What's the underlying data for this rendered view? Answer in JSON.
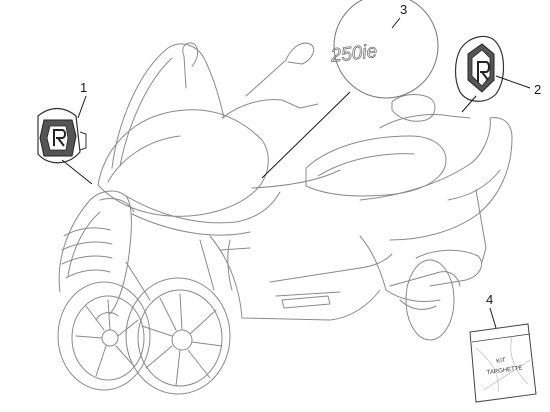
{
  "callouts": [
    {
      "label": "1"
    },
    {
      "label": "2"
    },
    {
      "label": "3"
    },
    {
      "label": "4"
    }
  ],
  "decal_text": "250ie",
  "kit_bag": {
    "line1": "KIT",
    "line2": "TARGHETTE"
  },
  "colors": {
    "line": "#8a8a8a",
    "callout": "#1a1a1a",
    "emblem_fill": "#555555"
  }
}
